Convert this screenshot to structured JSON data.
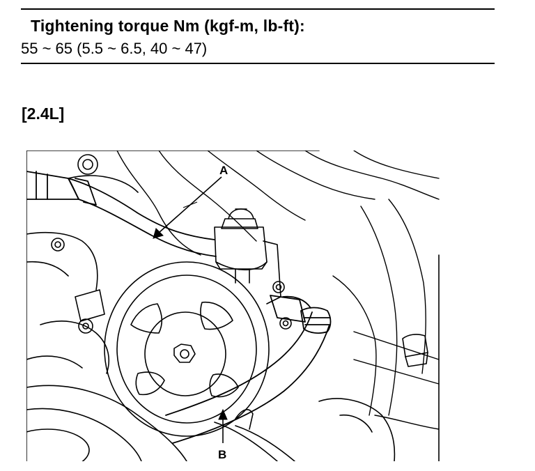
{
  "spec": {
    "title": "Tightening torque Nm (kgf-m, lb-ft):",
    "value": "55 ~ 65 (5.5 ~ 6.5, 40 ~ 47)"
  },
  "variant_label": "[2.4L]",
  "figure": {
    "callouts": {
      "a": "A",
      "b": "B"
    }
  }
}
